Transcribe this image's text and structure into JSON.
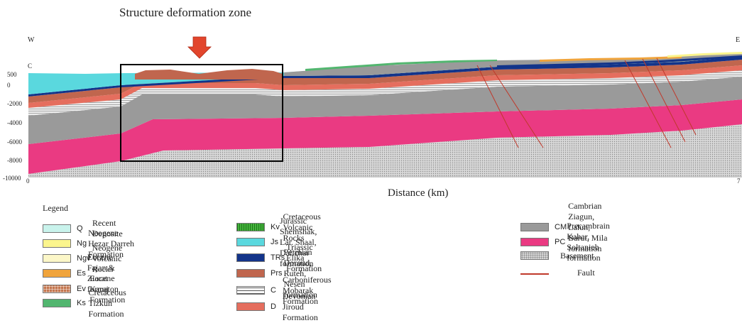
{
  "title": "Structure deformation zone",
  "directions": {
    "west": "W",
    "east": "E"
  },
  "corner_label": "C",
  "y_axis": {
    "ticks": [
      "500",
      "0",
      "-2000",
      "-4000",
      "-6000",
      "-8000",
      "-10000"
    ]
  },
  "x_axis": {
    "label": "Distance (km)",
    "start": "0",
    "end": "7"
  },
  "legend": {
    "title": "Legend",
    "items": [
      {
        "code": "Q",
        "name": "Recent Deposite",
        "color": "#c9f3ec",
        "pattern": ""
      },
      {
        "code": "Ng",
        "name": "Neogene Hezar Darreh Formation",
        "color": "#fbf58d",
        "pattern": ""
      },
      {
        "code": "Ngv",
        "name": "Neogene Volcanic Rocks",
        "color": "#fcf7c8",
        "pattern": ""
      },
      {
        "code": "Es",
        "name": "Eocene Fajan & Ziarat formaton",
        "color": "#f0a43c",
        "pattern": ""
      },
      {
        "code": "Ev",
        "name": "Eocene Karaj Formation",
        "color": "#c4764f",
        "pattern": "grid"
      },
      {
        "code": "Ks",
        "name": "Cretaceous Tizkuh Formation",
        "color": "#52b66f",
        "pattern": ""
      },
      {
        "code": "Kv",
        "name": "Cretaceous Volcanic Rocks",
        "color": "#45b33d",
        "pattern": "hatch"
      },
      {
        "code": "Js",
        "name": "Jurassic Shemshak, Lar. Shaal, Dalichai formation",
        "color": "#5ad8de",
        "pattern": ""
      },
      {
        "code": "TRs",
        "name": "Triassic Elika Formation",
        "color": "#13348a",
        "pattern": ""
      },
      {
        "code": "Prs",
        "name": "Permian Doroud, Ruteh, Nesen formation",
        "color": "#c0664e",
        "pattern": ""
      },
      {
        "code": "C",
        "name": "Carboniferous Mobarak Formation",
        "color": "#ffffff",
        "pattern": "lines"
      },
      {
        "code": "D",
        "name": "Devonian Jiroud Formation",
        "color": "#e56e5e",
        "pattern": ""
      },
      {
        "code": "CM",
        "name": "Cambrian Ziagun, Lalun, Barut, Mila formation",
        "color": "#9a9a9a",
        "pattern": ""
      },
      {
        "code": "PC",
        "name": "Precambrain Kahar, Soltanieh formation",
        "color": "#ea3a82",
        "pattern": ""
      },
      {
        "code": "",
        "name": "Basement",
        "color": "#d6d6d6",
        "pattern": "dots"
      },
      {
        "code": "",
        "name": "Fault",
        "color": "#c0392b",
        "pattern": "line"
      }
    ]
  }
}
